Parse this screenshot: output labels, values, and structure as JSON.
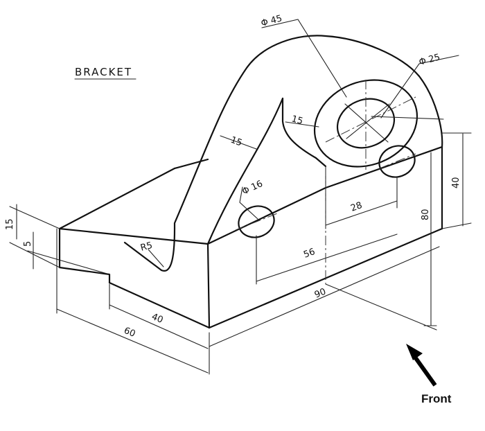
{
  "title": "BRACKET",
  "view_label": "Front",
  "dimensions": {
    "phi45": "Φ 45",
    "phi25": "Φ 25",
    "phi16": "Φ 16",
    "d15_arm": "15",
    "d15_top": "15",
    "d15_left": "15",
    "d5": "5",
    "r5": "R5",
    "d28": "28",
    "d56": "56",
    "d80": "80",
    "d40_right": "40",
    "d40_bottom": "40",
    "d60": "60",
    "d90": "90"
  }
}
